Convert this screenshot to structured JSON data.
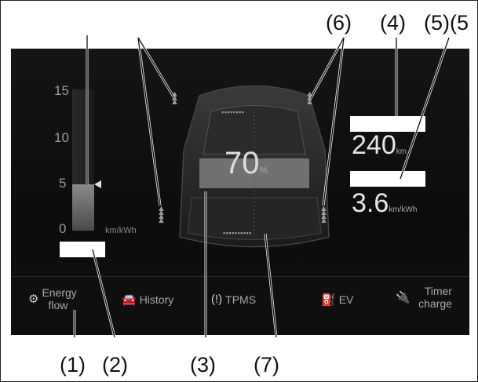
{
  "callouts": {
    "c1": "(1)",
    "c2": "(2)",
    "c3": "(3)",
    "c4": "(4)",
    "c5": "(5)(5",
    "c6": "(6)",
    "c7": "(7)"
  },
  "bar_graph": {
    "ticks": [
      "15",
      "10",
      "5",
      "0"
    ],
    "unit": "km/kWh",
    "level_fraction": 0.33
  },
  "charge": {
    "value": "70",
    "symbol": "%"
  },
  "readouts": {
    "range_value": "240",
    "range_unit": "km",
    "efficiency_value": "3.6",
    "efficiency_unit": "km/kWh"
  },
  "nav": {
    "energy_flow_line1": "Energy",
    "energy_flow_line2": "flow",
    "history": "History",
    "tpms": "TPMS",
    "ev": "EV",
    "timer_line1": "Timer",
    "timer_line2": "charge"
  },
  "colors": {
    "screen_bg": "#0c0c0c",
    "text_light": "#e6e6e6",
    "label_box": "#ffffff"
  }
}
